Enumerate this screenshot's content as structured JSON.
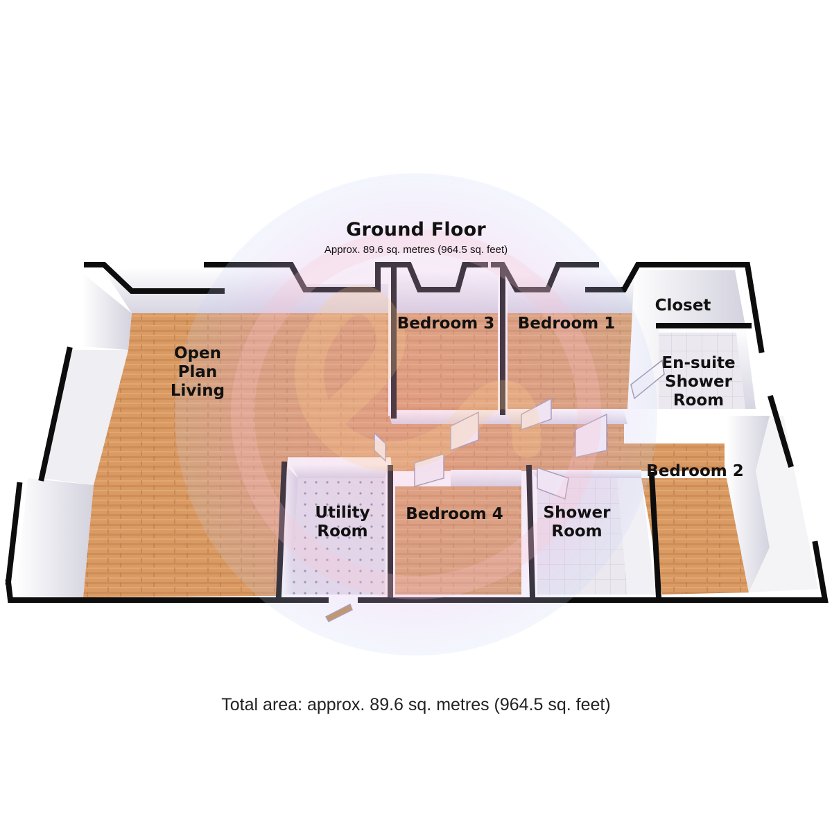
{
  "floor": {
    "title": "Ground Floor",
    "area_note": "Approx. 89.6 sq. metres (964.5 sq. feet)"
  },
  "rooms": {
    "open_plan": "Open\nPlan\nLiving",
    "bedroom_3": "Bedroom 3",
    "bedroom_1": "Bedroom 1",
    "closet": "Closet",
    "ensuite": "En-suite\nShower\nRoom",
    "bedroom_2": "Bedroom 2",
    "utility": "Utility\nRoom",
    "bedroom_4": "Bedroom 4",
    "shower_room": "Shower\nRoom"
  },
  "total_area": "Total area: approx. 89.6 sq. metres (964.5 sq. feet)",
  "colors": {
    "wood_floor": "#d99a63",
    "wall_face": "#f2f2f4",
    "wall_shadow": "#c9c7d6",
    "wall_cap": "#0d0d0d",
    "tile_floor": "#e7e3ec",
    "watermark_pink": "#f3b5d0",
    "watermark_blue": "#b9c9f2"
  }
}
